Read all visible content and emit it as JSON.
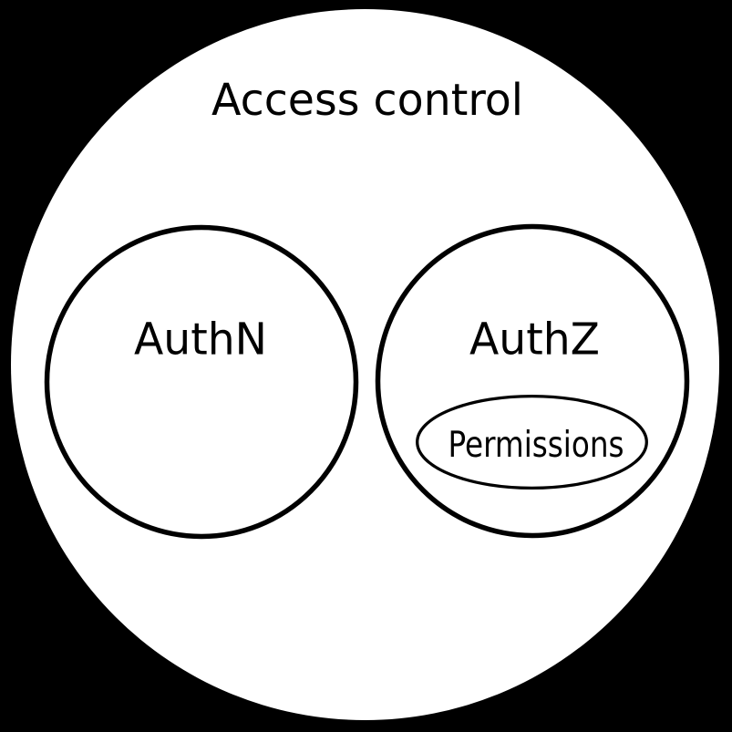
{
  "diagram": {
    "title": "Access control",
    "sets": {
      "authn": {
        "label": "AuthN"
      },
      "authz": {
        "label": "AuthZ",
        "children": {
          "permissions": {
            "label": "Permissions"
          }
        }
      }
    }
  },
  "colors": {
    "background": "#000000",
    "region_fill": "#ffffff",
    "outline": "#000000",
    "text": "#000000"
  }
}
